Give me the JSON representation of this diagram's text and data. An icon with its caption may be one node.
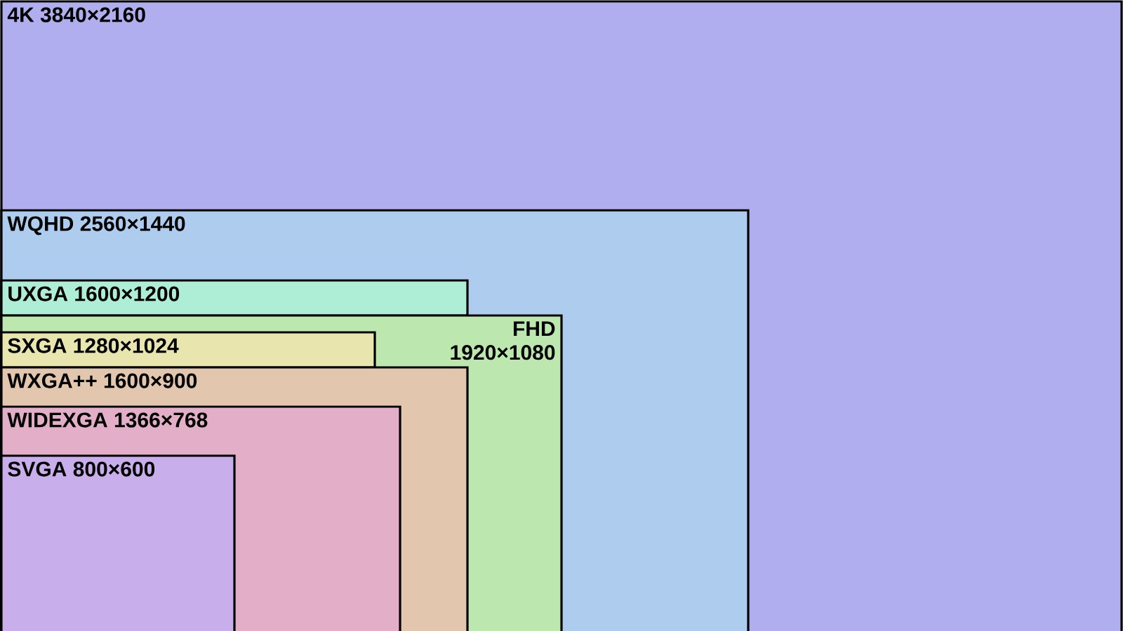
{
  "diagram": {
    "nodes": [
      {
        "text": [
          "4K 3840×2160"
        ]
      },
      {
        "text": [
          "WQHD 2560×1440"
        ],
        "in": 0
      },
      {
        "text": [
          "UXGA 1600×1200"
        ],
        "in": 1
      },
      {
        "text": [
          "FHD 1920×1080"
        ],
        "in": 1
      },
      {
        "text": [
          "SXGA 1280×1024"
        ],
        "in": 3
      },
      {
        "text": [
          "WXGA++ 1600×900"
        ],
        "in": 3
      },
      {
        "text": [
          "WIDEXGA 1366×768"
        ],
        "in": 5
      },
      {
        "text": [
          "SVGA 800×600"
        ],
        "in": 6
      }
    ]
  }
}
